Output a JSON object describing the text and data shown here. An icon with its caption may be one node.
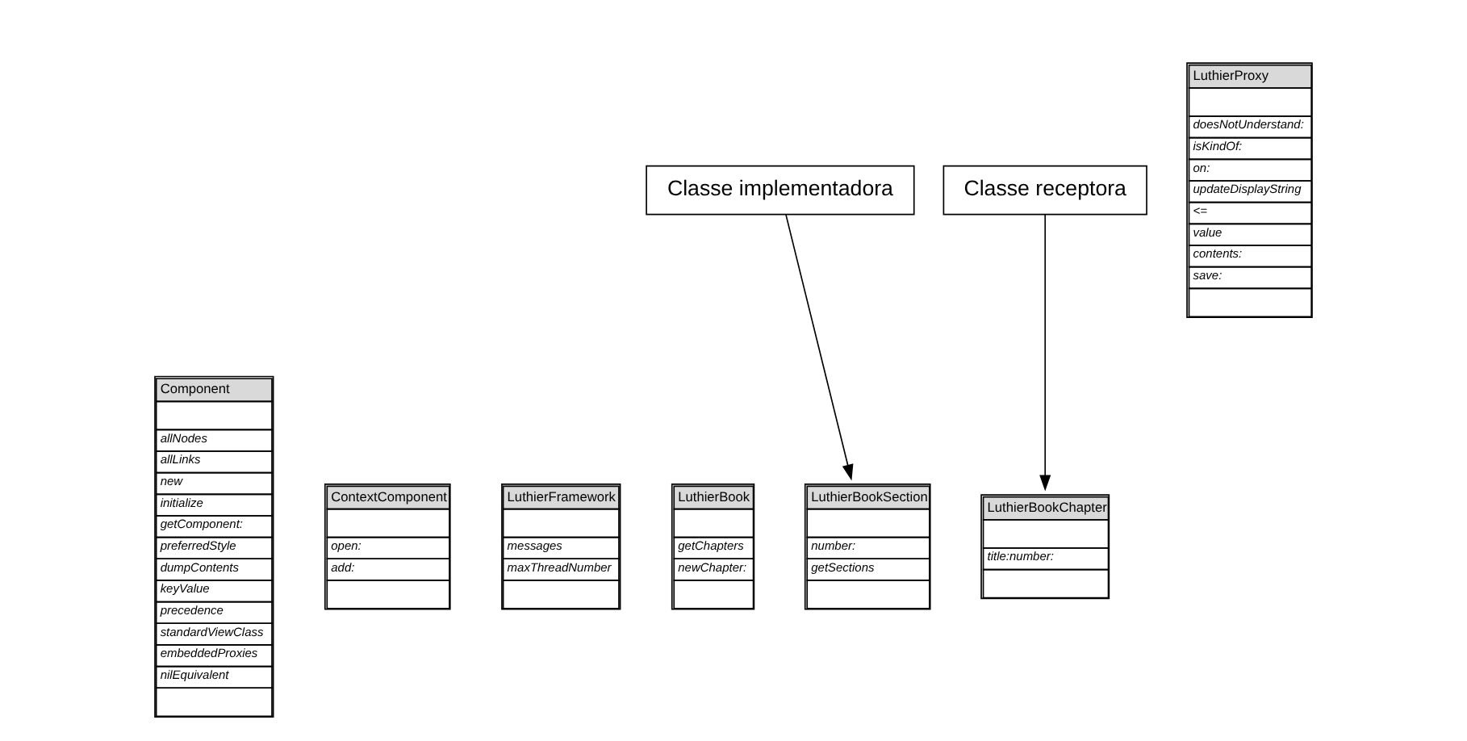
{
  "diagram": {
    "nodes": [
      {
        "text": [
          "Component",
          "allNodes",
          "allLinks",
          "new",
          "initialize",
          "getComponent:",
          "preferredStyle",
          "dumpContents",
          "keyValue",
          "precedence",
          "standardViewClass",
          "embeddedProxies",
          "nilEquivalent"
        ]
      },
      {
        "text": [
          "Classe receptora"
        ]
      },
      {
        "text": [
          "ContextComponent",
          "open:",
          "add:"
        ]
      },
      {
        "text": [
          "LuthierFramework",
          "messages",
          "maxThreadNumber"
        ]
      },
      {
        "text": [
          "LuthierBook",
          "getChapters",
          "newChapter:"
        ]
      },
      {
        "text": [
          "LuthierBookSection",
          "number:",
          "getSections"
        ]
      },
      {
        "text": [
          "LuthierBookChapter",
          "title:number:"
        ]
      },
      {
        "text": [
          "Classe implementadora"
        ]
      },
      {
        "text": [
          "LuthierProxy",
          "doesNotUnderstand:",
          "isKindOf:",
          "on:",
          "updateDisplayString",
          "<=",
          "value",
          "contents:",
          "save:"
        ]
      }
    ],
    "edges": [
      {
        "from": 1,
        "to": 6,
        "arrow": "to"
      },
      {
        "from": 7,
        "to": 5,
        "arrow": "to"
      }
    ]
  }
}
